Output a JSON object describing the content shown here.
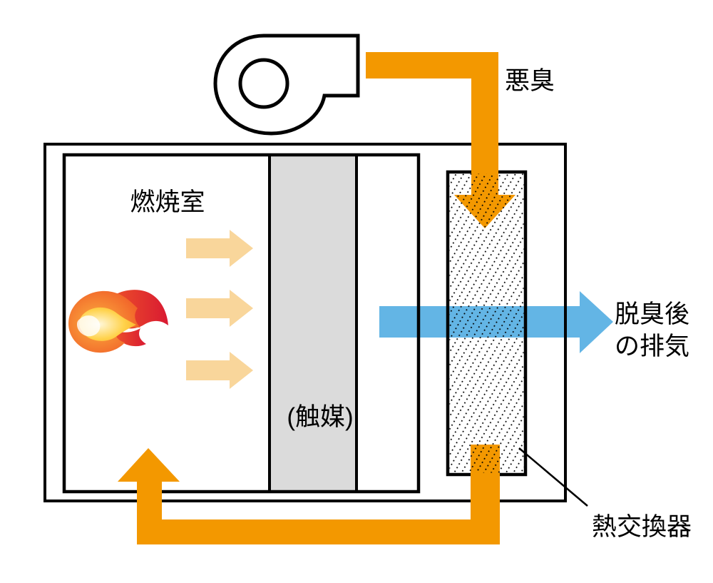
{
  "diagram": {
    "labels": {
      "odor": "悪臭",
      "combustion_chamber": "燃焼室",
      "catalyst": "(触媒)",
      "exhaust_line1": "脱臭後",
      "exhaust_line2": "の排気",
      "heat_exchanger": "熱交換器"
    },
    "colors": {
      "flow_orange": "#F39800",
      "pale_arrow": "#F9D69B",
      "clean_air_blue": "#63B5E5",
      "catalyst_grey": "#DBDBDB",
      "line_black": "#000000",
      "flame_head_inner": "#FBB040",
      "flame_head_outer": "#EF5023",
      "flame_tail_start": "#EF5A28",
      "flame_tail_end": "#D91A32",
      "flame_core_center": "#FFF8DC",
      "flame_core_mid": "#FFD24B",
      "flame_core_edge": "#F9A81B"
    }
  }
}
